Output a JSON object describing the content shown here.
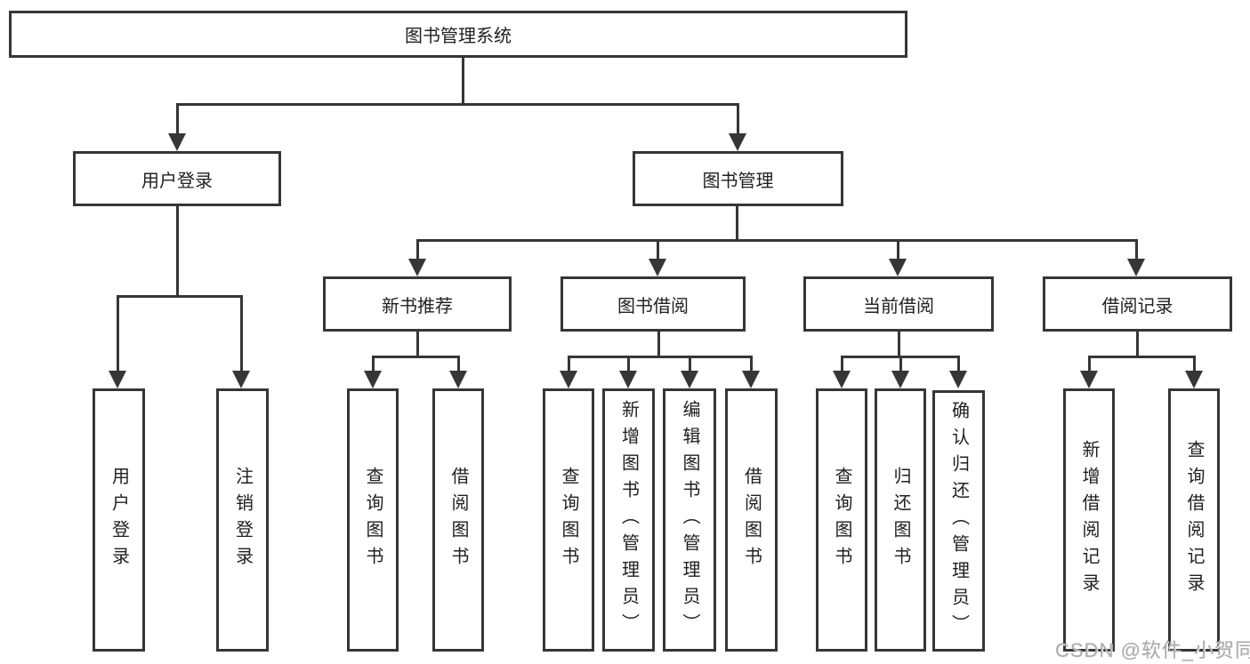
{
  "diagram": {
    "root": "图书管理系统",
    "branches": {
      "user_login": {
        "label": "用户登录",
        "children": [
          "用户登录",
          "注销登录"
        ]
      },
      "book_mgmt": {
        "label": "图书管理",
        "children": {
          "new_books": {
            "label": "新书推荐",
            "children": [
              "查询图书",
              "借阅图书"
            ]
          },
          "book_borrow": {
            "label": "图书借阅",
            "children": [
              "查询图书",
              "新增图书（管理员）",
              "编辑图书（管理员）",
              "借阅图书"
            ]
          },
          "current_borrow": {
            "label": "当前借阅",
            "children": [
              "查询图书",
              "归还图书",
              "确认归还（管理员）"
            ]
          },
          "borrow_records": {
            "label": "借阅记录",
            "children": [
              "新增借阅记录",
              "查询借阅记录"
            ]
          }
        }
      }
    }
  },
  "watermark": {
    "text": "CSDN @软件_小贺同学",
    "color": "#a9a9a9"
  },
  "colors": {
    "line": "#363636",
    "box_border": "#363636",
    "text": "#1f1f1f",
    "background": "#ffffff"
  }
}
